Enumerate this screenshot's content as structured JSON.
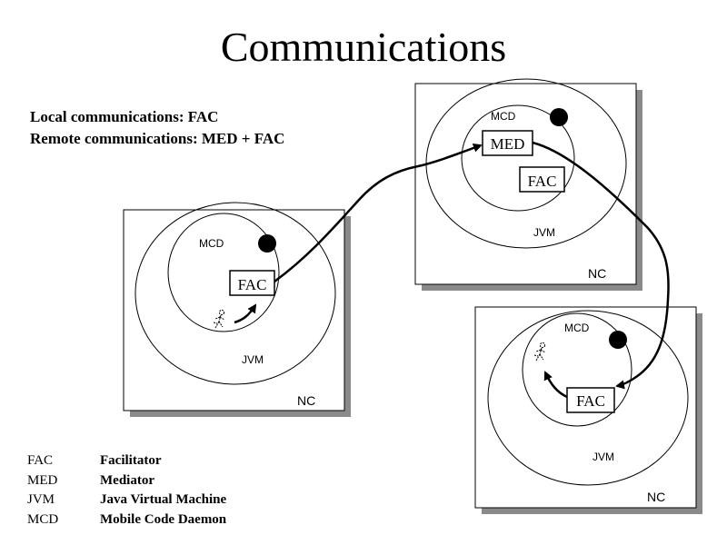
{
  "title": "Communications",
  "intro": {
    "line1": "Local communications: FAC",
    "line2": "Remote communications: MED + FAC"
  },
  "nodes": {
    "left": {
      "nc": "NC",
      "jvm": "JVM",
      "mcd": "MCD",
      "fac": "FAC"
    },
    "top_right": {
      "nc": "NC",
      "jvm": "JVM",
      "mcd": "MCD",
      "med": "MED",
      "fac": "FAC"
    },
    "bottom_right": {
      "nc": "NC",
      "jvm": "JVM",
      "mcd": "MCD",
      "fac": "FAC"
    }
  },
  "legend": [
    {
      "abbr": "FAC",
      "full": "Facilitator"
    },
    {
      "abbr": "MED",
      "full": "Mediator"
    },
    {
      "abbr": "JVM",
      "full": "Java Virtual Machine"
    },
    {
      "abbr": "MCD",
      "full": "Mobile Code Daemon"
    }
  ]
}
